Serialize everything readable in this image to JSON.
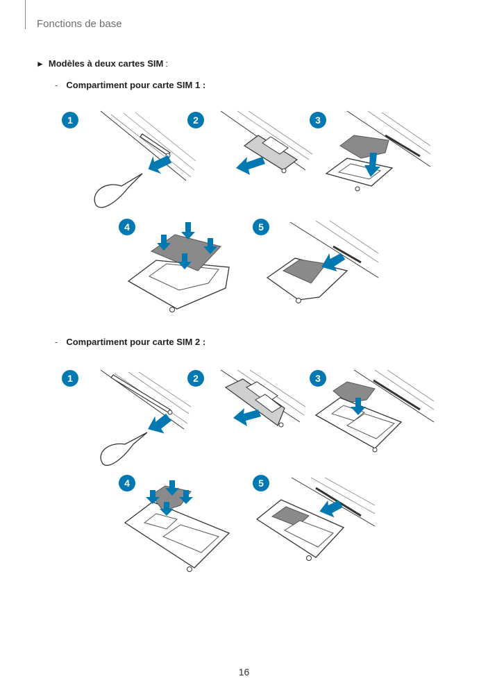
{
  "header": {
    "title": "Fonctions de base"
  },
  "section": {
    "marker": "►",
    "title": "Modèles à deux cartes SIM",
    "colon": ":"
  },
  "subsections": [
    {
      "dash": "-",
      "title": "Compartiment pour carte SIM 1 :"
    },
    {
      "dash": "-",
      "title": "Compartiment pour carte SIM 2 :"
    }
  ],
  "steps": [
    "1",
    "2",
    "3",
    "4",
    "5"
  ],
  "colors": {
    "accent": "#0079b3",
    "card": "#8a8a8a",
    "line": "#333333"
  },
  "footer": {
    "page_number": "16"
  }
}
